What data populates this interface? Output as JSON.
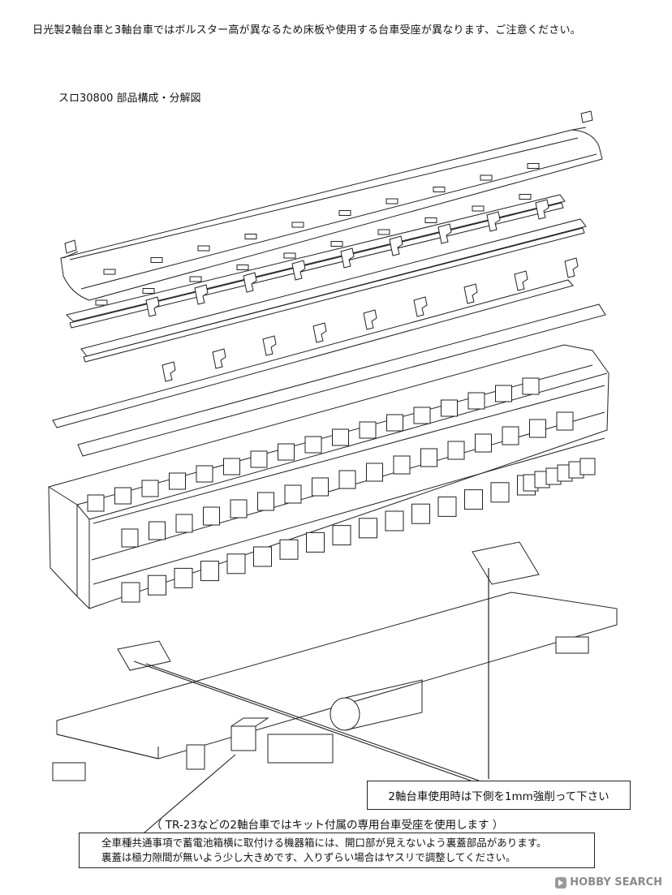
{
  "header": {
    "note": "日光製2軸台車と3軸台車ではボルスター高が異なるため床板や使用する台車受座が異なります、ご注意ください。"
  },
  "diagram": {
    "title": "スロ30800 部品構成・分解図"
  },
  "callouts": {
    "floor_cut": "2軸台車使用時は下側を1mm強削って下さい",
    "bogie_seat": "（ TR-23などの2軸台車ではキット付属の専用台車受座を使用します ）",
    "common_note_line1": "全車種共通事項で蓄電池箱横に取付ける機器箱には、開口部が見えないよう裏蓋部品があります。",
    "common_note_line2": "裏蓋は極力隙間が無いよう少し大きめです、入りずらい場合はヤスリで調整してください。"
  },
  "watermark": {
    "text": "HOBBY SEARCH",
    "icon": "hobbysearch-logo-icon"
  },
  "colors": {
    "line": "#222222",
    "watermark": "#8a8a8a"
  }
}
